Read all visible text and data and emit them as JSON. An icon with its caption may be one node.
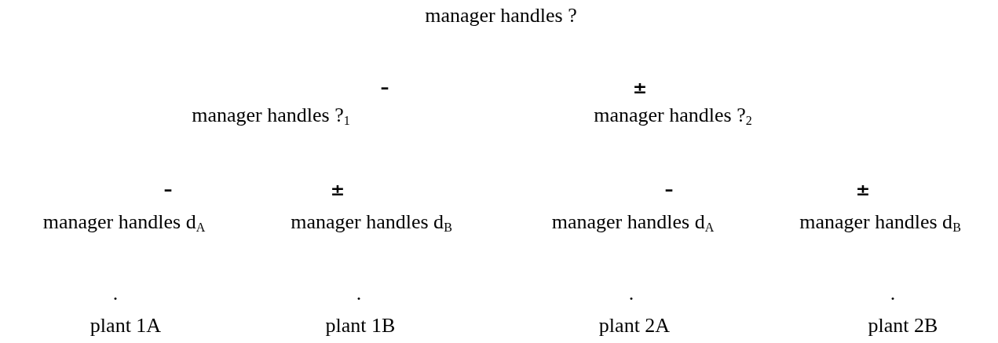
{
  "diagram": {
    "nodes": [
      {
        "text": [
          "manager handles ?"
        ]
      },
      {
        "text": [
          "manager handles ?$_{1}$"
        ],
        "beside": [
          "–"
        ]
      },
      {
        "text": [
          "manager handles ?$_{2}$"
        ],
        "beside": [
          "±"
        ]
      },
      {
        "text": [
          "manager handles d$_{A}$"
        ],
        "beside": [
          "–"
        ]
      },
      {
        "text": [
          "manager handles d$_{B}$"
        ],
        "beside": [
          "±"
        ]
      },
      {
        "text": [
          "manager handles d$_{A}$"
        ],
        "beside": [
          "–"
        ]
      },
      {
        "text": [
          "manager handles d$_{B}$"
        ],
        "beside": [
          "±"
        ]
      },
      {
        "text": [
          "plant 1A"
        ],
        "beside": [
          "."
        ]
      },
      {
        "text": [
          "plant 1B"
        ],
        "beside": [
          "."
        ]
      },
      {
        "text": [
          "plant 2A"
        ],
        "beside": [
          "."
        ]
      },
      {
        "text": [
          "plant 2B"
        ],
        "beside": [
          "."
        ]
      }
    ]
  }
}
